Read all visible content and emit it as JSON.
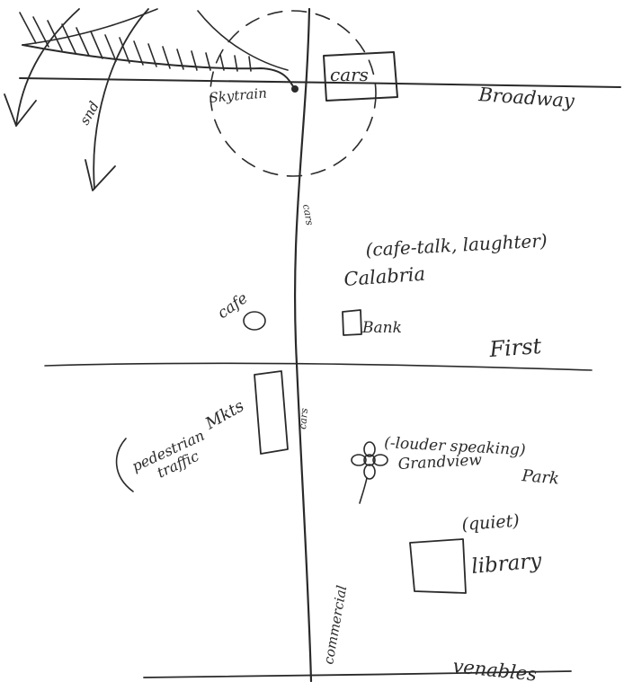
{
  "labels": {
    "broadway": "Broadway",
    "first": "First",
    "venables": "venables",
    "commercial": "commercial",
    "cars_top": "cars",
    "cars_vertical_upper": "cars",
    "cars_vertical_lower": "cars",
    "skytrain": "Skytrain",
    "snd": "snd",
    "cafe_left": "cafe",
    "cafe_talk": "(cafe-talk, laughter)",
    "calabria": "Calabria",
    "bank": "Bank",
    "mkts": "Mkts",
    "pedestrian": "pedestrian",
    "traffic": "traffic",
    "louder_speaking": "(-louder speaking)",
    "grandview": "Grandview",
    "park": "Park",
    "quiet": "(quiet)",
    "library": "library"
  },
  "colors": {
    "ink": "#2a2a2a",
    "paper": "#ffffff"
  }
}
